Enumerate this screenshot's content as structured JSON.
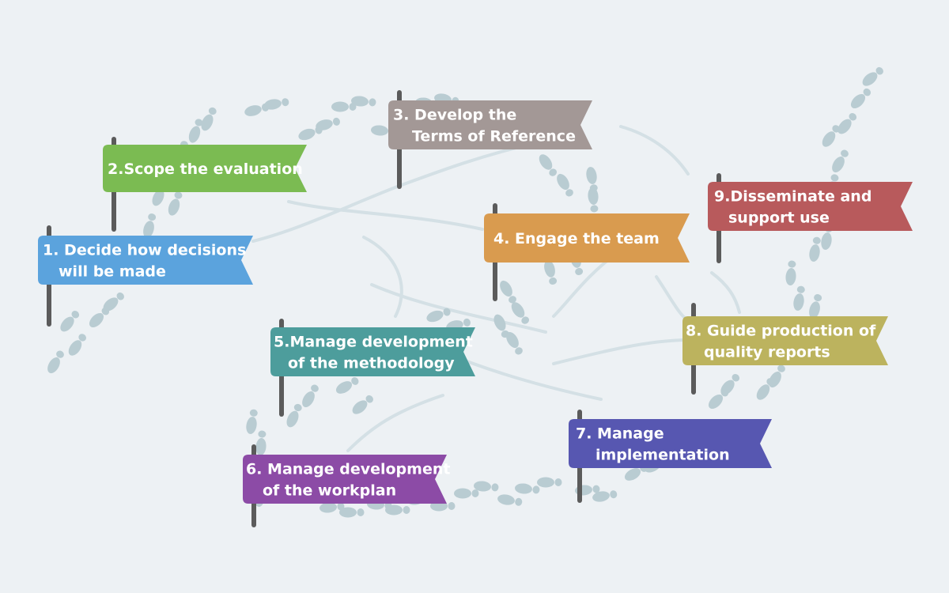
{
  "colors": {
    "background": "#edf1f4",
    "footprint": "#b9ccd2",
    "path_line": "#d4e0e5",
    "pole": "#5b5b5b"
  },
  "flags": [
    {
      "id": "step-1",
      "lines": [
        "1. Decide how decisions",
        "will be made"
      ],
      "color": "#5ba3dd"
    },
    {
      "id": "step-2",
      "lines": [
        "2.Scope the evaluation"
      ],
      "color": "#7bbb52"
    },
    {
      "id": "step-3",
      "lines": [
        "3. Develop the",
        "Terms of Reference"
      ],
      "color": "#a39896"
    },
    {
      "id": "step-4",
      "lines": [
        "4. Engage the team"
      ],
      "color": "#d99b4f"
    },
    {
      "id": "step-5",
      "lines": [
        "5.Manage development",
        "of the methodology"
      ],
      "color": "#4d9d9c"
    },
    {
      "id": "step-6",
      "lines": [
        "6. Manage development",
        "of the workplan"
      ],
      "color": "#8c4ba6"
    },
    {
      "id": "step-7",
      "lines": [
        "7. Manage",
        "implementation"
      ],
      "color": "#5757b1"
    },
    {
      "id": "step-8",
      "lines": [
        "8. Guide production of",
        "quality reports"
      ],
      "color": "#bcb35e"
    },
    {
      "id": "step-9",
      "lines": [
        "9.Disseminate and",
        "support use"
      ],
      "color": "#b85a5c"
    }
  ]
}
